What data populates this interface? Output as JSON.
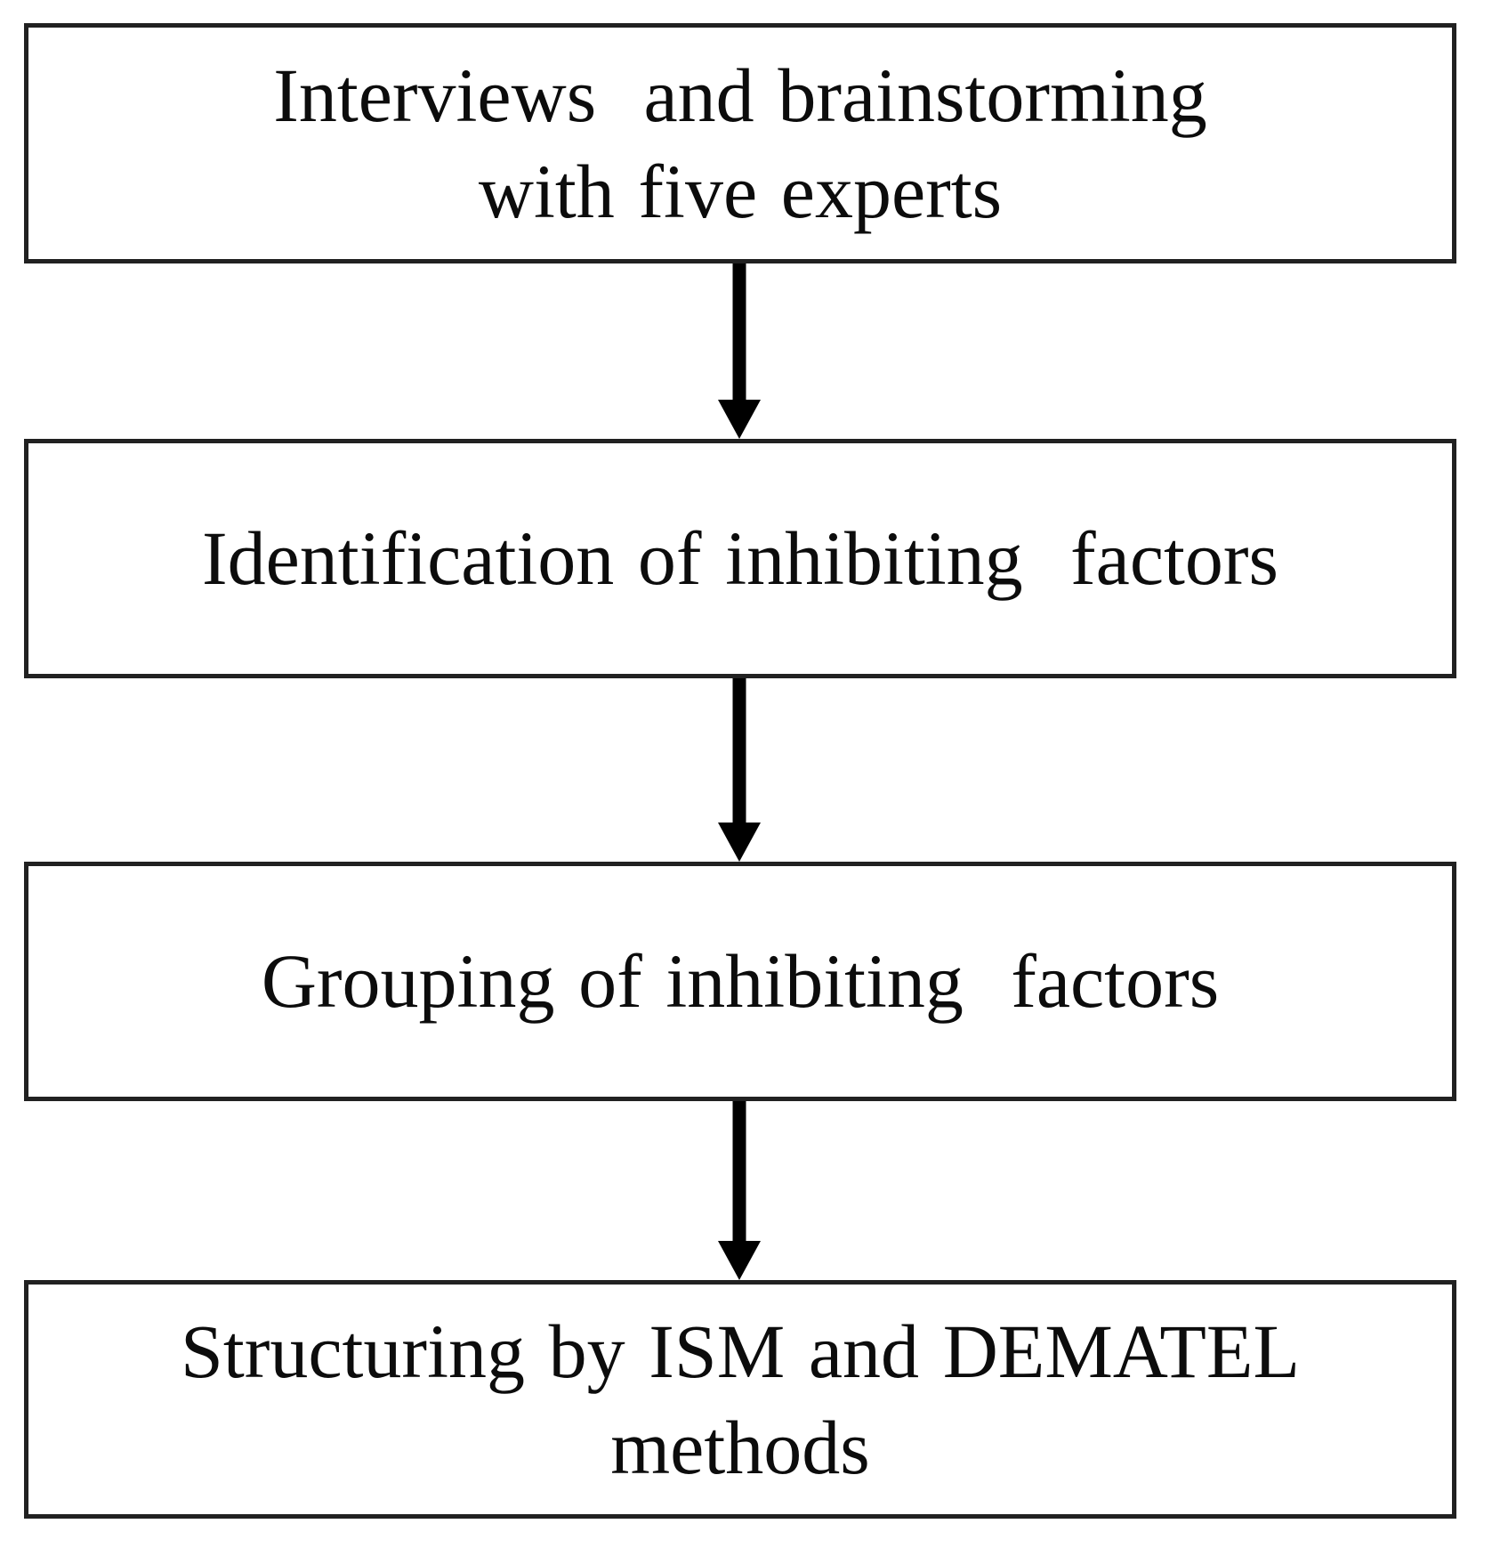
{
  "figure": {
    "type": "flowchart",
    "background_color": "#ffffff",
    "box_border_color": "#212121",
    "box_fill_color": "#ffffff",
    "arrow_color": "#000000",
    "text_color": "#0c0c0c",
    "steps": [
      {
        "id": "interviews",
        "label": "Interviews  and brainstorming\nwith five experts"
      },
      {
        "id": "identification",
        "label": "Identification of inhibiting  factors"
      },
      {
        "id": "grouping",
        "label": "Grouping of inhibiting  factors"
      },
      {
        "id": "structuring",
        "label": "Structuring by ISM and DEMATEL\nmethods"
      }
    ],
    "connections": [
      {
        "from": "interviews",
        "to": "identification",
        "direction": "down"
      },
      {
        "from": "identification",
        "to": "grouping",
        "direction": "down"
      },
      {
        "from": "grouping",
        "to": "structuring",
        "direction": "down"
      }
    ]
  }
}
